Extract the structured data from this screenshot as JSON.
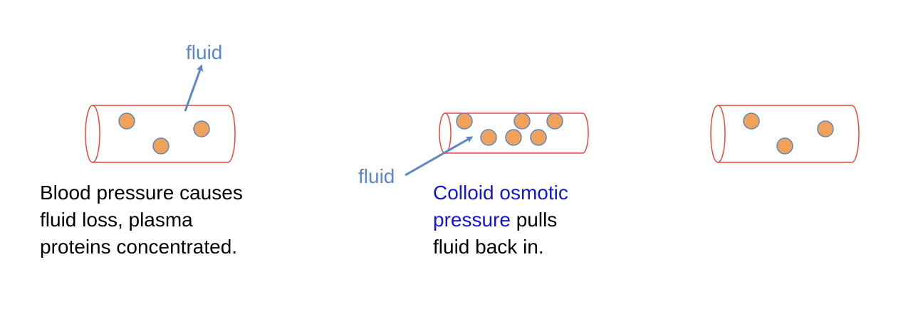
{
  "colors": {
    "vessel_stroke": "#e8473c",
    "protein_fill": "#f0a15a",
    "protein_stroke": "#5b87c5",
    "arrow": "#5b87c5",
    "fluid_label": "#5b87c5",
    "caption_text": "#000000",
    "caption_highlight": "#1414d8"
  },
  "panels": [
    {
      "fluid_label": "fluid",
      "arrow_direction": "out",
      "protein_count": 3,
      "caption": {
        "line1": "Blood pressure causes",
        "line2": "fluid loss, plasma",
        "line3": "proteins concentrated."
      }
    },
    {
      "fluid_label": "fluid",
      "arrow_direction": "in",
      "protein_count": 6,
      "caption": {
        "line1_highlight": "Colloid osmotic",
        "line2_highlight": "pressure",
        "line2_rest": " pulls",
        "line3": "fluid back in."
      }
    },
    {
      "protein_count": 3
    }
  ]
}
